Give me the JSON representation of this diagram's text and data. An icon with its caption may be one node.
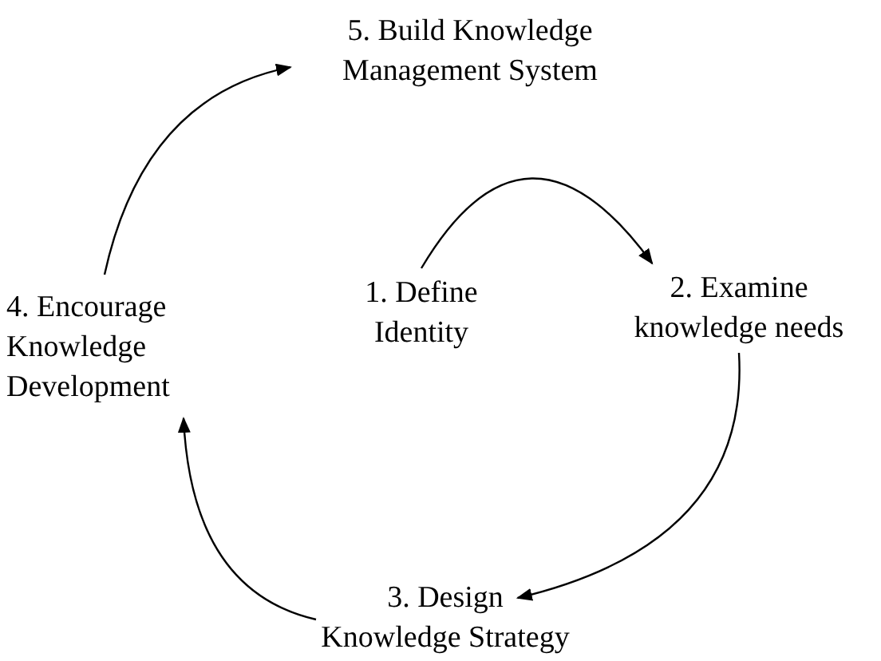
{
  "diagram": {
    "nodes": [
      {
        "text": [
          "1. Define Identity"
        ]
      },
      {
        "text": [
          "2. Examine knowledge needs"
        ]
      },
      {
        "text": [
          "3. Design Knowledge Strategy"
        ]
      },
      {
        "text": [
          "4. Encourage Knowledge Development"
        ]
      },
      {
        "text": [
          "5. Build Knowledge Management System"
        ]
      }
    ],
    "edges": [
      {
        "from": 0,
        "to": 1,
        "arrow": "to"
      },
      {
        "from": 1,
        "to": 2,
        "arrow": "to"
      },
      {
        "from": 2,
        "to": 3,
        "arrow": "to"
      },
      {
        "from": 3,
        "to": 4,
        "arrow": "to"
      }
    ]
  }
}
